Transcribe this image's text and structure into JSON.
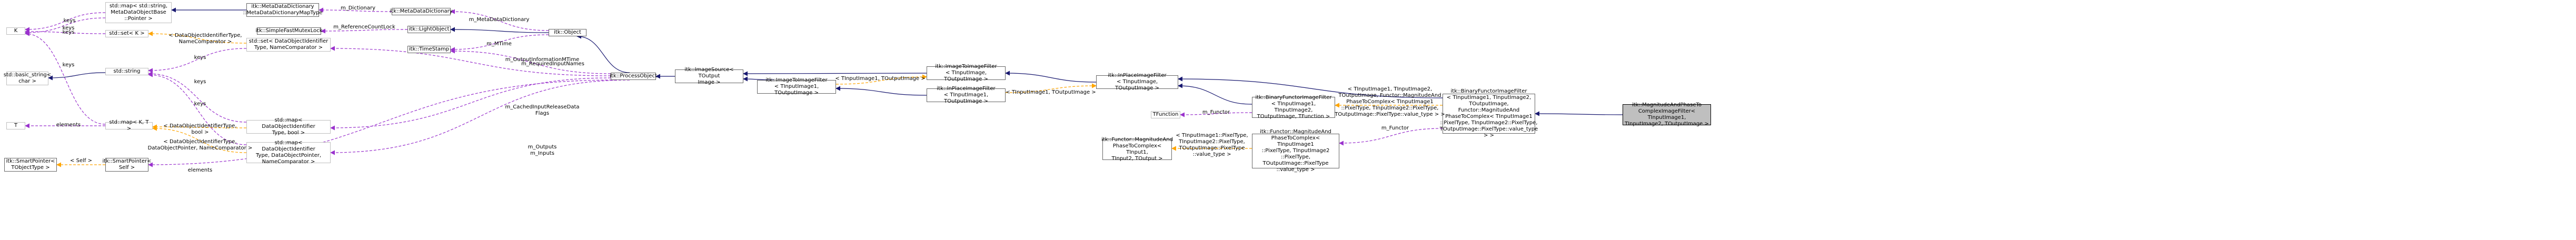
{
  "colors": {
    "inheritance": "#191970",
    "usage": "#9a32cd",
    "template": "#ffa500",
    "node_border": "#666666",
    "external_border": "#bfbfbf",
    "current_fill": "#bfbfbf"
  },
  "nodes": [
    {
      "id": "K",
      "label": "K",
      "external": true
    },
    {
      "id": "T",
      "label": "T",
      "external": true
    },
    {
      "id": "basic_string",
      "label": "std::basic_string<\nchar >",
      "external": true
    },
    {
      "id": "map_string_pointer",
      "label": "std::map< std::string,\nMetaDataObjectBase\n::Pointer >",
      "external": true
    },
    {
      "id": "set_K",
      "label": "std::set< K >",
      "external": true
    },
    {
      "id": "string",
      "label": "std::string",
      "external": true
    },
    {
      "id": "map_K_T",
      "label": "std::map< K, T >",
      "external": true
    },
    {
      "id": "SmartPointer_ObjectType",
      "label": "itk::SmartPointer<\nTObjectType >",
      "external": false
    },
    {
      "id": "SmartPointer_Self",
      "label": "itk::SmartPointer<\nSelf >",
      "external": false
    },
    {
      "id": "MetaDataDictionaryMapType",
      "label": "itk::MetaDataDictionary\n::MetaDataDictionaryMapType",
      "external": false
    },
    {
      "id": "SimpleFastMutexLock",
      "label": "itk::SimpleFastMutexLock",
      "external": false
    },
    {
      "id": "set_DataObjectIdentifier",
      "label": "std::set< DataObjectIdentifier\nType, NameComparator >",
      "external": true
    },
    {
      "id": "map_DOI_bool",
      "label": "std::map< DataObjectIdentifier\nType, bool >",
      "external": true
    },
    {
      "id": "map_DOI_Pointer",
      "label": "std::map< DataObjectIdentifier\nType, DataObjectPointer,\nNameComparator >",
      "external": true
    },
    {
      "id": "MetaDataDictionary",
      "label": "itk::MetaDataDictionary",
      "external": false
    },
    {
      "id": "LightObject",
      "label": "itk::LightObject",
      "external": false
    },
    {
      "id": "TimeStamp",
      "label": "itk::TimeStamp",
      "external": false
    },
    {
      "id": "Object",
      "label": "itk::Object",
      "external": false
    },
    {
      "id": "ProcessObject",
      "label": "itk::ProcessObject",
      "external": false
    },
    {
      "id": "ImageSource",
      "label": "itk::ImageSource< TOutput\nImage >",
      "external": false
    },
    {
      "id": "ImageToImageFilter_TIn_TOut",
      "label": "itk::ImageToImageFilter\n< TInputImage1, TOutputImage >",
      "external": false
    },
    {
      "id": "ImageToImageFilter_template",
      "label": "itk::ImageToImageFilter\n< TInputImage, TOutputImage >",
      "external": false
    },
    {
      "id": "InPlaceImageFilter_template",
      "label": "itk::InPlaceImageFilter\n< TInputImage, TOutputImage >",
      "external": false
    },
    {
      "id": "InPlaceImageFilter_TIn_TOut",
      "label": "itk::InPlaceImageFilter\n< TInputImage1, TOutputImage >",
      "external": false
    },
    {
      "id": "TFunction",
      "label": "TFunction",
      "external": true
    },
    {
      "id": "BinaryFunctorImageFilter_template",
      "label": "itk::BinaryFunctorImageFilter\n< TInputImage1, TInputImage2,\nTOutputImage, TFunction >",
      "external": false
    },
    {
      "id": "MagnitudeAndPhaseToComplex_template",
      "label": "itk::Functor::MagnitudeAnd\nPhaseToComplex< TInput1,\nTInput2, TOutput >",
      "external": false
    },
    {
      "id": "MagnitudeAndPhaseToComplex_inst",
      "label": "itk::Functor::MagnitudeAnd\nPhaseToComplex< TInputImage1\n::PixelType, TInputImage2\n::PixelType, TOutputImage::PixelType\n::value_type >",
      "external": false
    },
    {
      "id": "BinaryFunctorImageFilter_inst",
      "label": "itk::BinaryFunctorImageFilter\n< TInputImage1, TInputImage2,\nTOutputImage, Functor::MagnitudeAnd\nPhaseToComplex< TInputImage1\n::PixelType, TInputImage2::PixelType,\nTOutputImage::PixelType::value_type > >",
      "external": false
    },
    {
      "id": "MagnitudeAndPhaseToComplexImageFilter",
      "label": "itk::MagnitudeAndPhaseTo\nComplexImageFilter< TInputImage1,\nTInputImage2, TOutputImage >",
      "external": false,
      "current": true
    }
  ],
  "edges": [
    {
      "from": "MetaDataDictionaryMapType",
      "to": "map_string_pointer",
      "kind": "inheritance",
      "label": ""
    },
    {
      "from": "MetaDataDictionary",
      "to": "MetaDataDictionaryMapType",
      "kind": "usage",
      "label": "m_Dictionary"
    },
    {
      "from": "map_string_pointer",
      "to": "K",
      "kind": "usage",
      "label": "keys"
    },
    {
      "from": "map_string_pointer",
      "to": "string",
      "kind": "usage",
      "label": "keys"
    },
    {
      "from": "set_K",
      "to": "K",
      "kind": "usage",
      "label": "keys"
    },
    {
      "from": "map_K_T",
      "to": "K",
      "kind": "usage",
      "label": "keys"
    },
    {
      "from": "map_K_T",
      "to": "T",
      "kind": "usage",
      "label": "elements"
    },
    {
      "from": "string",
      "to": "basic_string",
      "kind": "inheritance",
      "label": ""
    },
    {
      "from": "Object",
      "to": "MetaDataDictionary",
      "kind": "usage",
      "label": "m_MetaDataDictionary"
    },
    {
      "from": "Object",
      "to": "LightObject",
      "kind": "inheritance",
      "label": ""
    },
    {
      "from": "LightObject",
      "to": "SimpleFastMutexLock",
      "kind": "usage",
      "label": "m_ReferenceCountLock"
    },
    {
      "from": "Object",
      "to": "TimeStamp",
      "kind": "usage",
      "label": "m_MTime"
    },
    {
      "from": "ProcessObject",
      "to": "Object",
      "kind": "inheritance",
      "label": ""
    },
    {
      "from": "ProcessObject",
      "to": "TimeStamp",
      "kind": "usage",
      "label": "m_OutputInformationMTime"
    },
    {
      "from": "set_DataObjectIdentifier",
      "to": "set_K",
      "kind": "template",
      "label": "< DataObjectIdentifierType,\nNameComparator >"
    },
    {
      "from": "set_DataObjectIdentifier",
      "to": "string",
      "kind": "usage",
      "label": "keys"
    },
    {
      "from": "ProcessObject",
      "to": "set_DataObjectIdentifier",
      "kind": "usage",
      "label": "m_RequiredInputNames"
    },
    {
      "from": "map_DOI_bool",
      "to": "string",
      "kind": "usage",
      "label": "keys"
    },
    {
      "from": "map_DOI_bool",
      "to": "map_K_T",
      "kind": "template",
      "label": "< DataObjectIdentifierType,\nbool >"
    },
    {
      "from": "ProcessObject",
      "to": "map_DOI_bool",
      "kind": "usage",
      "label": "m_CachedInputReleaseData\nFlags"
    },
    {
      "from": "map_DOI_Pointer",
      "to": "string",
      "kind": "usage",
      "label": "keys"
    },
    {
      "from": "map_DOI_Pointer",
      "to": "map_K_T",
      "kind": "template",
      "label": "< DataObjectIdentifierType,\nDataObjectPointer, NameComparator >"
    },
    {
      "from": "ProcessObject",
      "to": "map_DOI_Pointer",
      "kind": "usage",
      "label": "m_Outputs\nm_Inputs"
    },
    {
      "from": "SmartPointer_Self",
      "to": "SmartPointer_ObjectType",
      "kind": "template",
      "label": "< Self >"
    },
    {
      "from": "ProcessObject",
      "to": "SmartPointer_Self",
      "kind": "usage",
      "label": "elements"
    },
    {
      "from": "ImageSource",
      "to": "ProcessObject",
      "kind": "inheritance",
      "label": ""
    },
    {
      "from": "ImageToImageFilter_template",
      "to": "ImageSource",
      "kind": "inheritance",
      "label": ""
    },
    {
      "from": "ImageToImageFilter_TIn_TOut",
      "to": "ImageSource",
      "kind": "inheritance",
      "label": ""
    },
    {
      "from": "ImageToImageFilter_TIn_TOut",
      "to": "ImageToImageFilter_template",
      "kind": "template",
      "label": "< TInputImage1, TOutputImage >"
    },
    {
      "from": "InPlaceImageFilter_template",
      "to": "ImageToImageFilter_template",
      "kind": "inheritance",
      "label": ""
    },
    {
      "from": "InPlaceImageFilter_TIn_TOut",
      "to": "ImageToImageFilter_TIn_TOut",
      "kind": "inheritance",
      "label": ""
    },
    {
      "from": "InPlaceImageFilter_TIn_TOut",
      "to": "InPlaceImageFilter_template",
      "kind": "template",
      "label": "< TInputImage1, TOutputImage >"
    },
    {
      "from": "BinaryFunctorImageFilter_template",
      "to": "InPlaceImageFilter_TIn_TOut",
      "kind": "inheritance",
      "label": ""
    },
    {
      "from": "BinaryFunctorImageFilter_template",
      "to": "TFunction",
      "kind": "usage",
      "label": "m_Functor"
    },
    {
      "from": "BinaryFunctorImageFilter_inst",
      "to": "InPlaceImageFilter_TIn_TOut",
      "kind": "inheritance",
      "label": ""
    },
    {
      "from": "BinaryFunctorImageFilter_inst",
      "to": "BinaryFunctorImageFilter_template",
      "kind": "template",
      "label": "< TInputImage1, TInputImage2,\nTOutputImage, Functor::MagnitudeAnd\nPhaseToComplex< TInputImage1\n::PixelType, TInputImage2::PixelType,\nTOutputImage::PixelType::value_type > >"
    },
    {
      "from": "MagnitudeAndPhaseToComplex_inst",
      "to": "MagnitudeAndPhaseToComplex_template",
      "kind": "template",
      "label": "< TInputImage1::PixelType,\nTInputImage2::PixelType,\nTOutputImage::PixelType\n::value_type >"
    },
    {
      "from": "BinaryFunctorImageFilter_inst",
      "to": "MagnitudeAndPhaseToComplex_inst",
      "kind": "usage",
      "label": "m_Functor"
    },
    {
      "from": "MagnitudeAndPhaseToComplexImageFilter",
      "to": "BinaryFunctorImageFilter_inst",
      "kind": "inheritance",
      "label": ""
    }
  ]
}
